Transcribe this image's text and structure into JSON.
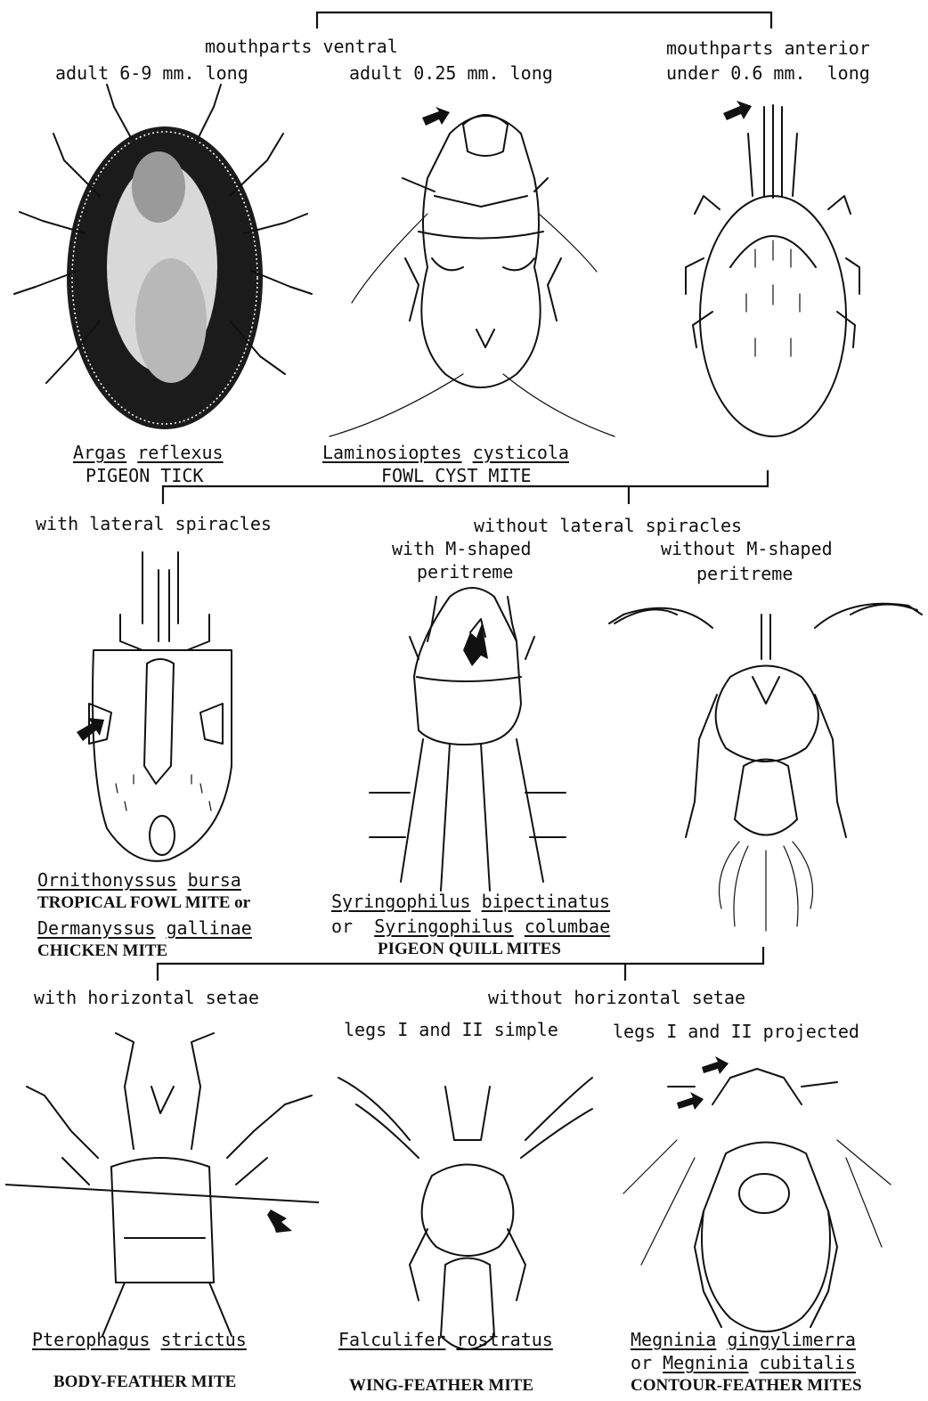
{
  "row1": {
    "header_center": "mouthparts ventral",
    "size_left": "adult 6-9 mm. long",
    "size_center": "adult 0.25 mm. long",
    "header_right": "mouthparts anterior",
    "size_right": "under 0.6 mm.  long",
    "left": {
      "name_genus": "Argas",
      "name_species": "reflexus",
      "common": "PIGEON TICK"
    },
    "center": {
      "name_genus": "Laminosioptes",
      "name_species": "cysticola",
      "common": "FOWL CYST MITE"
    }
  },
  "row2": {
    "header_left": "with lateral spiracles",
    "header_right": "without lateral spiracles",
    "sub_center_1": "with M-shaped",
    "sub_center_2": "peritreme",
    "sub_right_1": "without M-shaped",
    "sub_right_2": "peritreme",
    "left": {
      "name1_genus": "Ornithonyssus",
      "name1_species": "bursa",
      "common1": "TROPICAL FOWL MITE or",
      "name2_genus": "Dermanyssus",
      "name2_species": "gallinae",
      "common2": "CHICKEN MITE"
    },
    "center": {
      "name1_genus": "Syringophilus",
      "name1_species": "bipectinatus",
      "or_word": "or",
      "name2_genus": "Syringophilus",
      "name2_species": "columbae",
      "common": "PIGEON QUILL MITES"
    }
  },
  "row3": {
    "header_left": "with horizontal setae",
    "header_right": "without horizontal setae",
    "sub_center": "legs I and II simple",
    "sub_right": "legs I and II projected",
    "left": {
      "name_genus": "Pterophagus",
      "name_species": "strictus",
      "common": "BODY-FEATHER MITE"
    },
    "center": {
      "name_genus": "Falculifer",
      "name_species": "rostratus",
      "common": "WING-FEATHER MITE"
    },
    "right": {
      "name1_genus": "Megninia",
      "name1_species": "gingylimerra",
      "or_word": "or",
      "name2_genus": "Megninia",
      "name2_species": "cubitalis",
      "common": "CONTOUR-FEATHER MITES"
    }
  },
  "icons": [
    "bracket-connector",
    "pointer-arrow-icon",
    "mite-illustration"
  ]
}
